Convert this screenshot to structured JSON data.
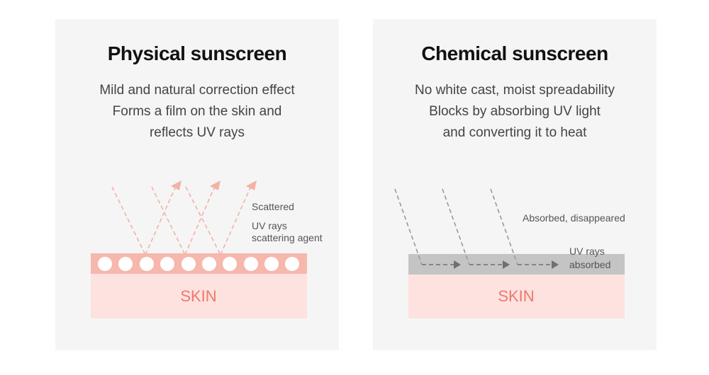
{
  "colors": {
    "panel_bg": "#f5f5f5",
    "skin_bg": "#fde2df",
    "agent_band": "#f6b7ad",
    "skin_text": "#f0776a",
    "ray_pink": "#f3b2a6",
    "absorb_band": "#c4c4c4",
    "ray_gray": "#9a9a9a",
    "arrow_dark": "#6f6f6f"
  },
  "physical": {
    "title": "Physical sunscreen",
    "desc": [
      "Mild and natural correction effect",
      "Forms a film on the skin and",
      "reflects UV rays"
    ],
    "label_scattered": "Scattered",
    "label_agent_1": "UV rays",
    "label_agent_2": "scattering agent",
    "skin": "SKIN"
  },
  "chemical": {
    "title": "Chemical sunscreen",
    "desc": [
      "No white cast, moist spreadability",
      "Blocks by absorbing UV light",
      "and converting it to heat"
    ],
    "label_absorbed": "Absorbed, disappeared",
    "label_band_1": "UV rays",
    "label_band_2": "absorbed",
    "skin": "SKIN"
  }
}
